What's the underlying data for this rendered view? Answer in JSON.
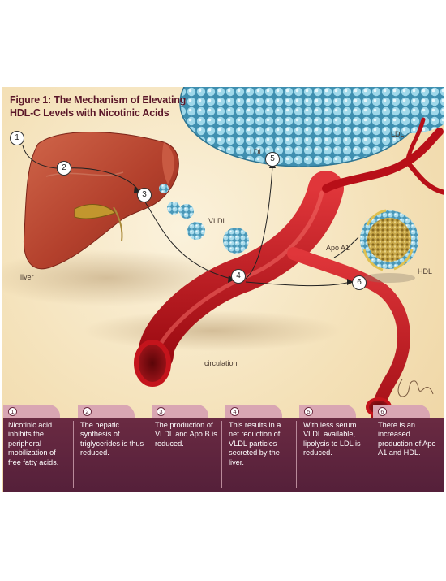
{
  "figure": {
    "title_line1": "Figure 1: The Mechanism of Elevating",
    "title_line2": "HDL-C Levels with Nicotinic Acids"
  },
  "labels": {
    "ldl_center": "LDL",
    "ldl_right": "LDL",
    "vldl": "VLDL",
    "liver": "liver",
    "apo_a1": "Apo A1",
    "hdl": "HDL",
    "circulation": "circulation"
  },
  "markers": [
    "1",
    "2",
    "3",
    "4",
    "5",
    "6"
  ],
  "steps": [
    {
      "number": "1",
      "text": "Nicotinic acid inhibits the peripheral mobilization of free fatty acids."
    },
    {
      "number": "2",
      "text": "The hepatic synthesis of triglycerides is thus reduced."
    },
    {
      "number": "3",
      "text": "The production of VLDL and Apo B is reduced."
    },
    {
      "number": "4",
      "text": "This results in a net reduction of VLDL particles secreted by the liver."
    },
    {
      "number": "5",
      "text": "With less serum VLDL available, lipolysis to LDL is reduced."
    },
    {
      "number": "6",
      "text": "There is an increased production of Apo A1 and HDL."
    }
  ],
  "colors": {
    "background": "#f4e1b8",
    "liver": "#b8442f",
    "vessel": "#c4141c",
    "lipoprotein": "#7fc7de",
    "panel": "#5e2540",
    "tab": "#d9a6b3",
    "title": "#5a1628"
  }
}
